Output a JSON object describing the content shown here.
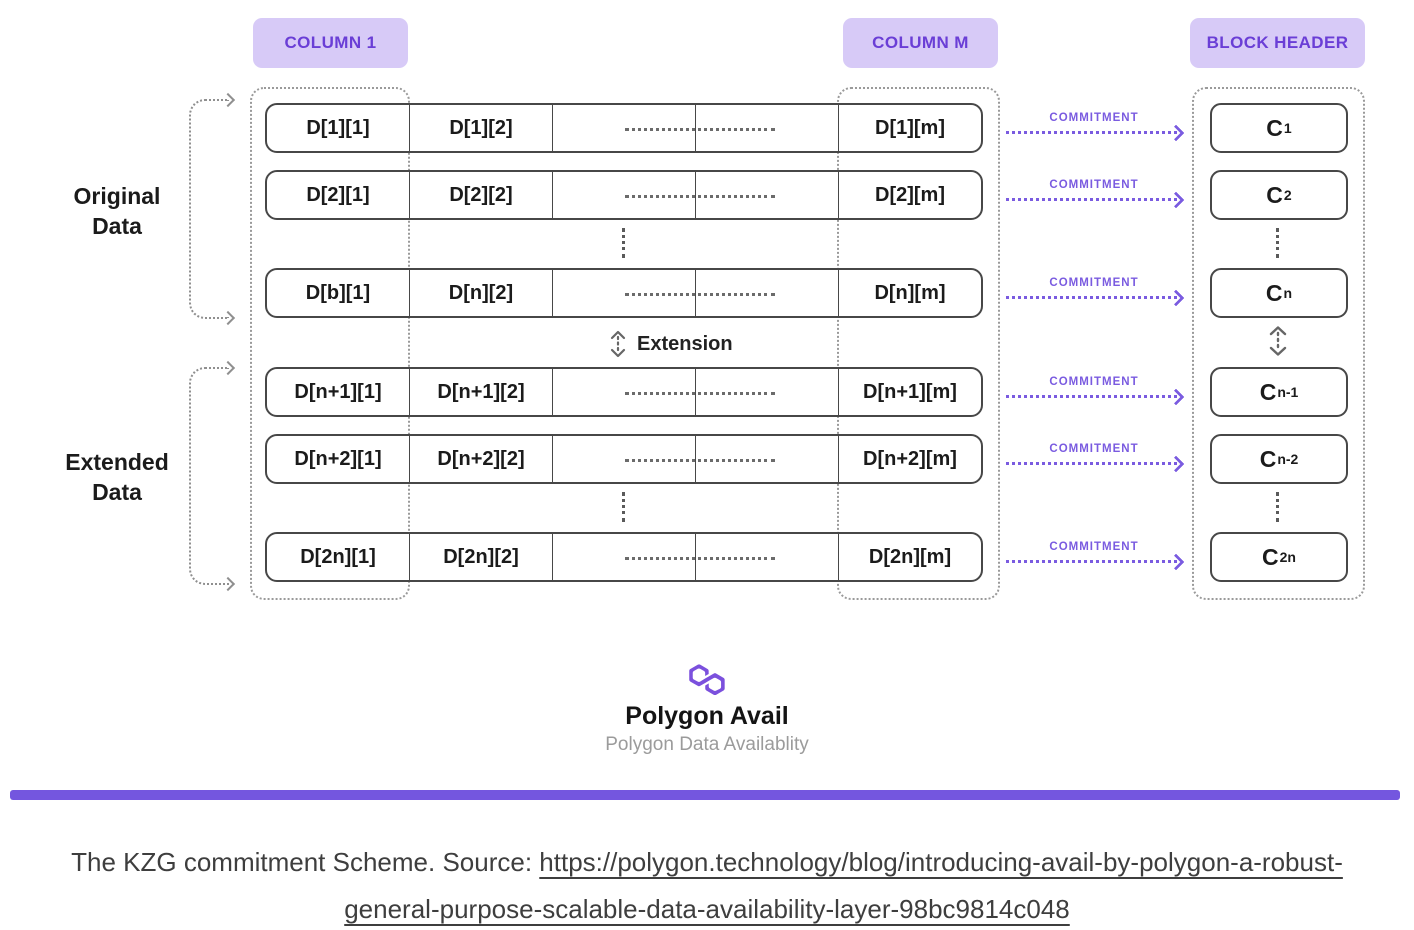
{
  "badges": {
    "column1": "COLUMN 1",
    "columnM": "COLUMN M",
    "block_header": "BLOCK HEADER"
  },
  "group_labels": {
    "original": [
      "Original",
      "Data"
    ],
    "extended": [
      "Extended",
      "Data"
    ]
  },
  "extension": {
    "label": "Extension",
    "icon": "updown-arrow-icon"
  },
  "commitment": {
    "label": "COMMITMENT"
  },
  "matrix_rows": [
    {
      "col1": "D[1][1]",
      "col2": "D[1][2]",
      "colM": "D[1][m]",
      "commitment_base": "C",
      "commitment_sub": "1"
    },
    {
      "col1": "D[2][1]",
      "col2": "D[2][2]",
      "colM": "D[2][m]",
      "commitment_base": "C",
      "commitment_sub": "2"
    },
    {
      "col1": "D[b][1]",
      "col2": "D[n][2]",
      "colM": "D[n][m]",
      "commitment_base": "C",
      "commitment_sub": "n"
    },
    {
      "col1": "D[n+1][1]",
      "col2": "D[n+1][2]",
      "colM": "D[n+1][m]",
      "commitment_base": "C",
      "commitment_sub": "n-1"
    },
    {
      "col1": "D[n+2][1]",
      "col2": "D[n+2][2]",
      "colM": "D[n+2][m]",
      "commitment_base": "C",
      "commitment_sub": "n-2"
    },
    {
      "col1": "D[2n][1]",
      "col2": "D[2n][2]",
      "colM": "D[2n][m]",
      "commitment_base": "C",
      "commitment_sub": "2n"
    }
  ],
  "footer": {
    "logo_icon": "polygon-logo-icon",
    "title": "Polygon Avail",
    "subtitle": "Polygon Data Availablity"
  },
  "caption": {
    "prefix": "The KZG commitment Scheme. Source: ",
    "link_text": "https://polygon.technology/blog/introducing-avail-by-polygon-a-robust-general-purpose-scalable-data-availability-layer-98bc9814c048"
  },
  "colors": {
    "accent_purple": "#7456df",
    "commitment_purple": "#7a5be0",
    "badge_bg": "#d7caf7",
    "badge_text": "#6a3ed6",
    "box_border": "#474747",
    "dotted_gray": "#9a9a9a",
    "text_dark": "#1b1b1b",
    "subtitle_gray": "#9b9b9b",
    "caption_text": "#3e3e3e"
  }
}
